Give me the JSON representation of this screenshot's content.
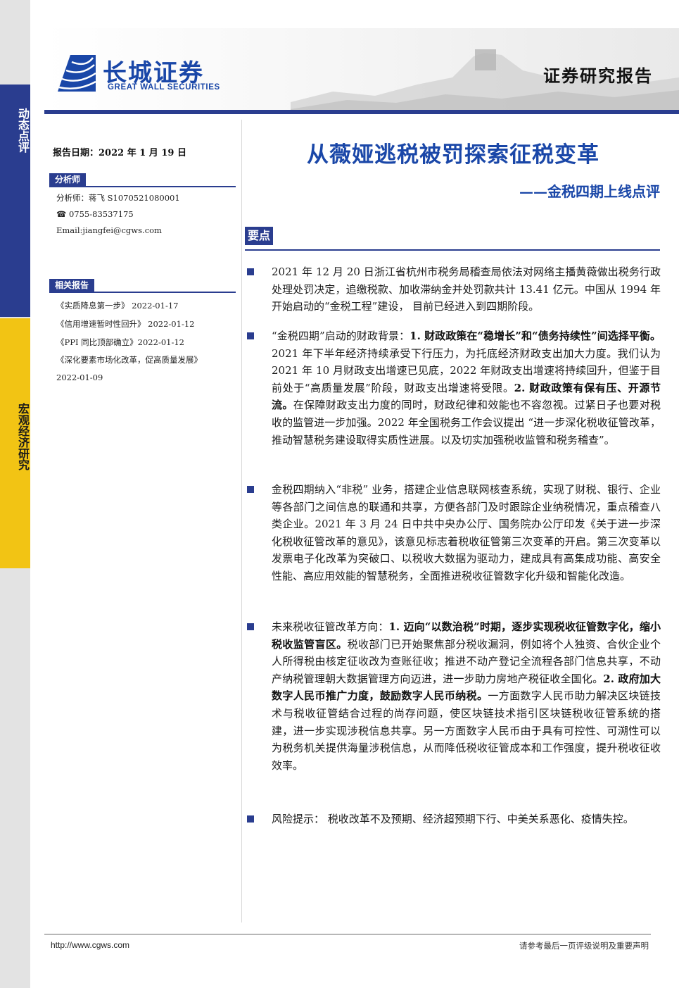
{
  "sidebar": {
    "category_top": "动态点评",
    "category_mid": "宏观经济研究"
  },
  "header": {
    "logo_cn": "长城证券",
    "logo_en": "GREAT WALL SECURITIES",
    "report_type": "证券研究报告"
  },
  "left": {
    "report_date": "报告日期：2022 年 1 月 19 日",
    "analyst_section": "分析师",
    "analyst_name": "分析师：蒋飞 S1070521080001",
    "phone": "☎ 0755-83537175",
    "email": "Email:jiangfei@cgws.com",
    "related_section": "相关报告",
    "related": [
      "《实质降息第一步》 2022-01-17",
      "《信用增速暂时性回升》 2022-01-12",
      "《PPI 同比顶部确立》2022-01-12",
      "《深化要素市场化改革，促高质量发展》",
      "2022-01-09"
    ]
  },
  "main": {
    "title": "从薇娅逃税被罚探索征税变革",
    "subtitle": "——金税四期上线点评",
    "keypoints_label": "要点",
    "b1": "2021 年 12 月 20 日浙江省杭州市税务局稽查局依法对网络主播黄薇做出税务行政处理处罚决定，追缴税款、加收滞纳金并处罚款共计 13.41 亿元。中国从 1994 年开始启动的“金税工程”建设， 目前已经进入到四期阶段。",
    "b2_a": "“金税四期”启动的财政背景：",
    "b2_b": "1. 财政政策在“稳增长”和“债务持续性”间选择平衡。",
    "b2_c": "2021 年下半年经济持续承受下行压力，为托底经济财政支出加大力度。我们认为 2021 年 10 月财政支出增速已见底，2022 年财政支出增速将持续回升，但鉴于目前处于“高质量发展”阶段，财政支出增速将受限。",
    "b2_d": "2. 财政政策有保有压、开源节流。",
    "b2_e": "在保障财政支出力度的同时，财政纪律和效能也不容忽视。过紧日子也要对税收的监管进一步加强。2022 年全国税务工作会议提出 “进一步深化税收征管改革，推动智慧税务建设取得实质性进展。以及切实加强税收监管和税务稽查”。",
    "b3": "金税四期纳入“非税” 业务，搭建企业信息联网核查系统，实现了财税、银行、企业等各部门之间信息的联通和共享，方便各部门及时跟踪企业纳税情况，重点稽查八类企业。2021 年 3 月 24 日中共中央办公厅、国务院办公厅印发《关于进一步深化税收征管改革的意见》，该意见标志着税收征管第三次变革的开启。第三次变革以发票电子化改革为突破口、以税收大数据为驱动力，建成具有高集成功能、高安全性能、高应用效能的智慧税务，全面推进税收征管数字化升级和智能化改造。",
    "b4_a": "未来税收征管改革方向：",
    "b4_b": "1. 迈向“以数治税”时期，逐步实现税收征管数字化，缩小税收监管盲区。",
    "b4_c": "税收部门已开始聚焦部分税收漏洞，例如将个人独资、合伙企业个人所得税由核定征收改为查账征收；推进不动产登记全流程各部门信息共享，不动产纳税管理朝大数据管理方向迈进，进一步助力房地产税征收全国化。",
    "b4_d": "2. 政府加大数字人民币推广力度，鼓励数字人民币纳税。",
    "b4_e": "一方面数字人民币助力解决区块链技术与税收征管结合过程的尚存问题，使区块链技术指引区块链税收征管系统的搭建，进一步实现涉税信息共享。另一方面数字人民币由于具有可控性、可溯性可以为税务机关提供海量涉税信息，从而降低税收征管成本和工作强度，提升税收征收效率。",
    "b5": "风险提示： 税收改革不及预期、经济超预期下行、中美关系恶化、疫情失控。"
  },
  "footer": {
    "url": "http://www.cgws.com",
    "disclaimer": "请参考最后一页评级说明及重要声明"
  },
  "colors": {
    "brand_blue": "#2a3d8f",
    "title_blue": "#1a47a8",
    "accent_yellow": "#f2c414"
  }
}
